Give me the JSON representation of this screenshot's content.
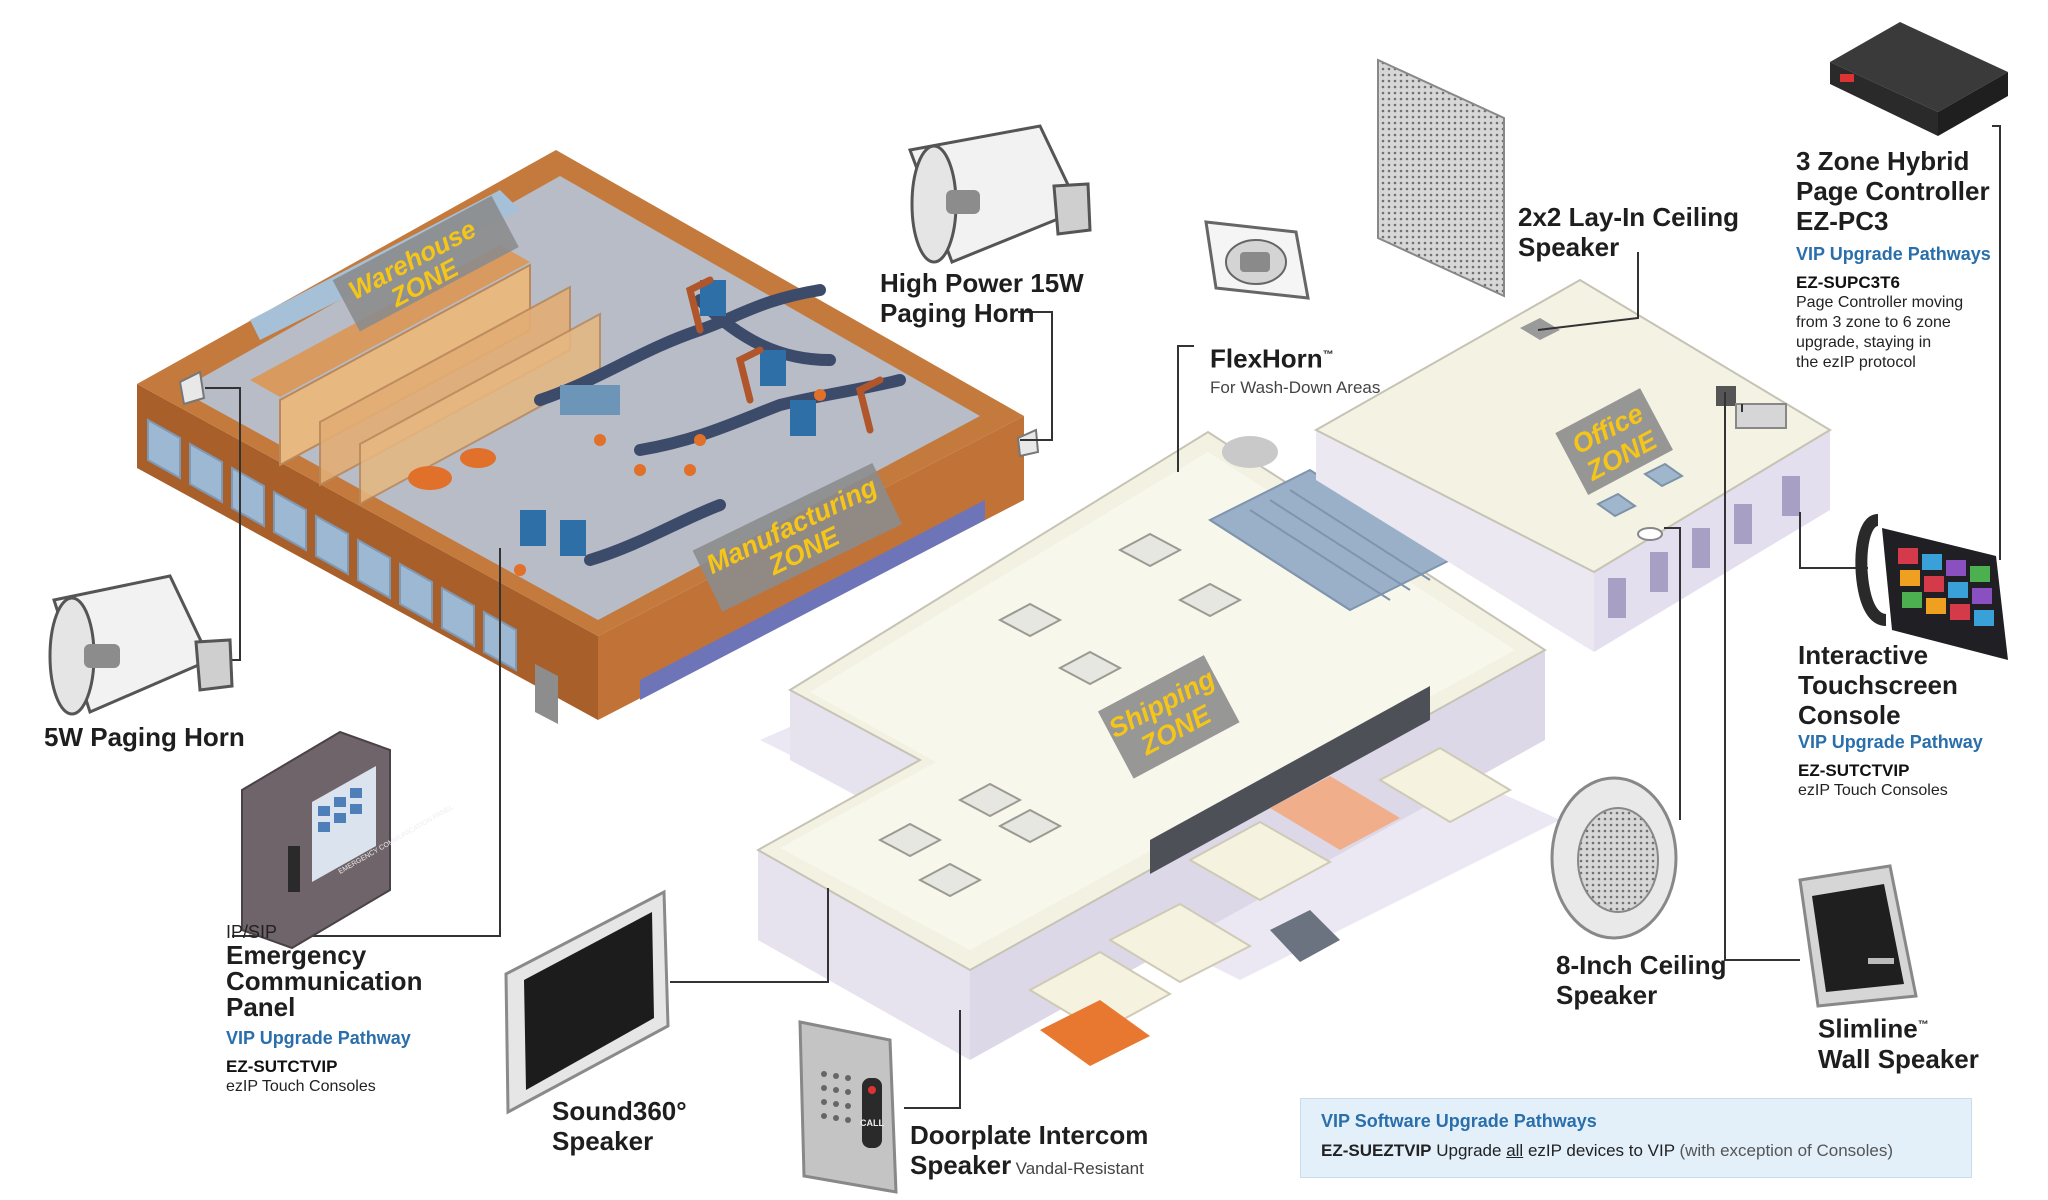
{
  "zones": {
    "warehouse": [
      "Warehouse",
      "ZONE"
    ],
    "manufacturing": [
      "Manufacturing",
      "ZONE"
    ],
    "shipping": [
      "Shipping",
      "ZONE"
    ],
    "office": [
      "Office",
      "ZONE"
    ]
  },
  "devices": {
    "paging_horn_5w": {
      "title": "5W Paging Horn"
    },
    "high_power_horn": {
      "title_lines": [
        "High Power 15W",
        "Paging Horn"
      ]
    },
    "flexhorn": {
      "title": "FlexHorn",
      "tm": "™",
      "subtitle": "For Wash-Down Areas"
    },
    "layin_speaker": {
      "title_lines": [
        "2x2 Lay-In Ceiling",
        "Speaker"
      ]
    },
    "page_controller": {
      "title_lines": [
        "3 Zone Hybrid",
        "Page Controller",
        "EZ-PC3"
      ],
      "vip_label": "VIP Upgrade Pathways",
      "code": "EZ-SUPC3T6",
      "description": [
        "Page Controller moving",
        "from 3 zone to 6 zone",
        "upgrade, staying in",
        "the ezIP protocol"
      ]
    },
    "touchscreen_console": {
      "title_lines": [
        "Interactive",
        "Touchscreen",
        "Console"
      ],
      "vip_label": "VIP Upgrade Pathway",
      "code": "EZ-SUTCTVIP",
      "description": "ezIP Touch Consoles"
    },
    "ceiling_speaker_8in": {
      "title_lines": [
        "8-Inch Ceiling",
        "Speaker"
      ]
    },
    "slimline_speaker": {
      "title": "Slimline",
      "tm": "™",
      "title_line2": "Wall Speaker"
    },
    "emergency_panel": {
      "prefix": "IP/SIP",
      "title_lines": [
        "Emergency",
        "Communication",
        "Panel"
      ],
      "vip_label": "VIP Upgrade Pathway",
      "code": "EZ-SUTCTVIP",
      "description": "ezIP Touch Consoles",
      "panel_text": "EMERGENCY COMMUNICATION PANEL"
    },
    "sound360": {
      "title_lines": [
        "Sound360°",
        "Speaker"
      ]
    },
    "doorplate_intercom": {
      "title": "Doorplate Intercom",
      "title_line2": "Speaker",
      "subtitle": "Vandal-Resistant",
      "button_text": "CALL"
    }
  },
  "legend": {
    "heading": "VIP Software Upgrade Pathways",
    "code": "EZ-SUEZTVIP",
    "text_before": "Upgrade",
    "text_underlined": "all",
    "text_after": "ezIP devices to VIP",
    "note": "(with exception of Consoles)"
  },
  "colors": {
    "vip_blue": "#2a6fab",
    "zone_sign_gray": "#8c8c8c",
    "zone_text_yellow": "#f5c518",
    "warehouse_wall": "#b4672e",
    "roof_cream": "#f4f2e3",
    "wall_lavender": "#e4e0ee",
    "legend_bg": "#e3f0fa"
  }
}
